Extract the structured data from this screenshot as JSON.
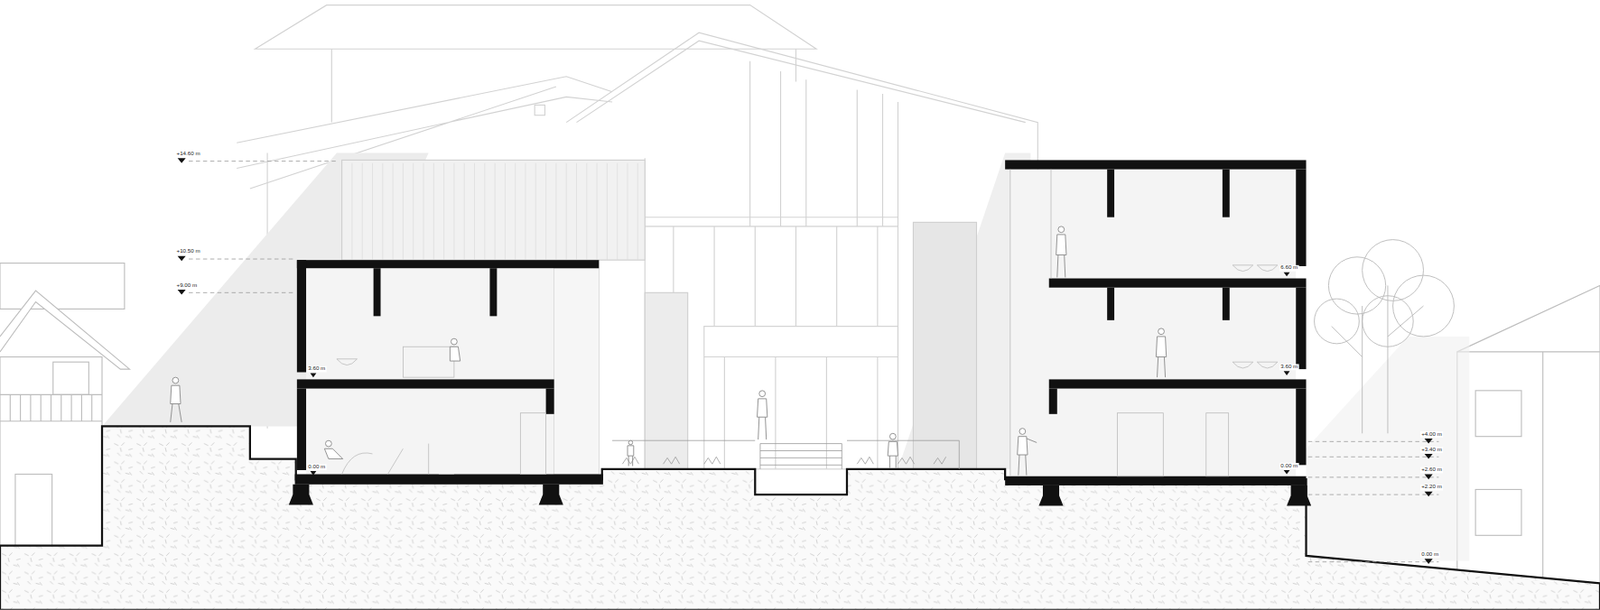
{
  "diagram": {
    "labels": [
      "+14.60 m",
      "+10.50 m",
      "+9.00 m",
      "3.60 m",
      "0.00 m",
      "6.60 m",
      "3.60 m",
      "0.00 m",
      "+4.00 m",
      "+3.40 m",
      "+2.60 m",
      "+2.20 m",
      "0.00 m"
    ]
  }
}
